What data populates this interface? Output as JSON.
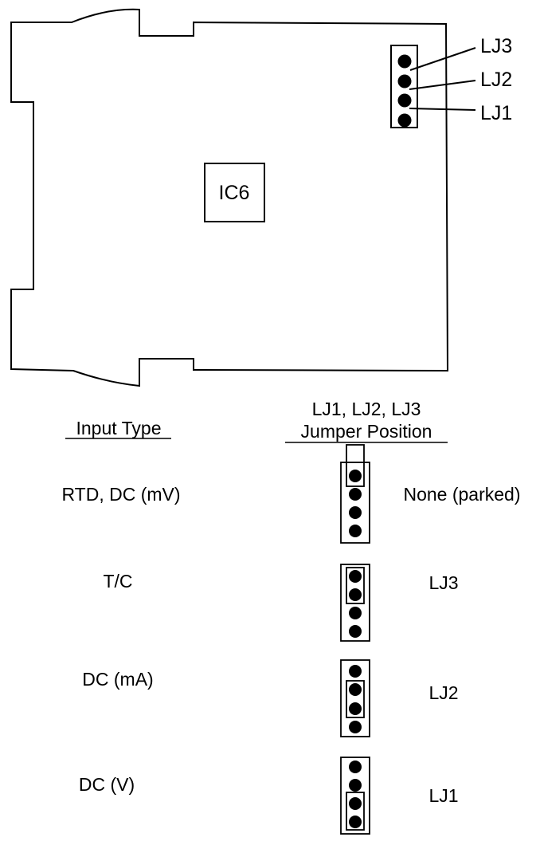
{
  "board": {
    "chip_label": "IC6",
    "header_labels": [
      "LJ3",
      "LJ2",
      "LJ1"
    ]
  },
  "table": {
    "col1_header": "Input Type",
    "col2_header_line1": "LJ1, LJ2, LJ3",
    "col2_header_line2": "Jumper Position",
    "rows": [
      {
        "input_type": "RTD, DC (mV)",
        "position": "None (parked)"
      },
      {
        "input_type": "T/C",
        "position": "LJ3"
      },
      {
        "input_type": "DC (mA)",
        "position": "LJ2"
      },
      {
        "input_type": "DC (V)",
        "position": "LJ1"
      }
    ]
  },
  "colors": {
    "ink": "#000000",
    "paper": "#ffffff"
  }
}
